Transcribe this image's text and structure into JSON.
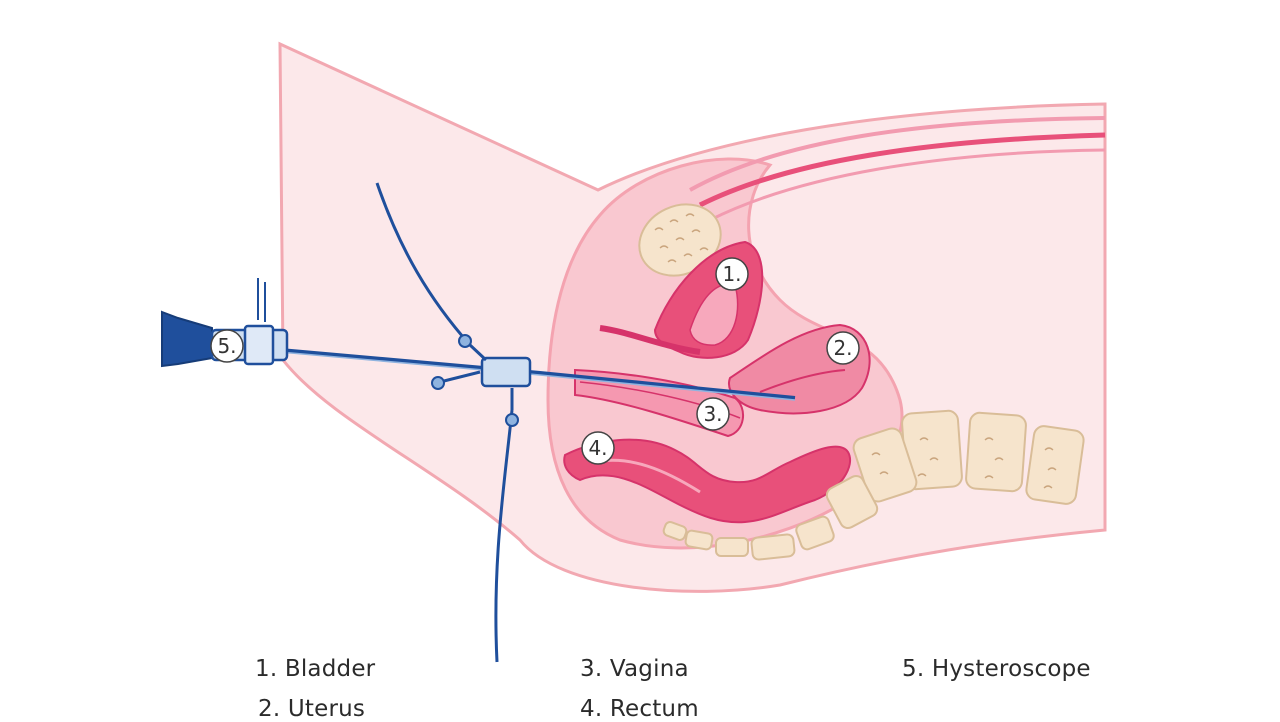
{
  "colors": {
    "skin": "#fce8ea",
    "skin_outline": "#f2a8b1",
    "tissue": "#f9c8d0",
    "organ": "#e8507a",
    "organ_dark": "#d6336a",
    "bone": "#f6e4cc",
    "bone_outline": "#d9bd98",
    "instrument": "#1f4f9c",
    "instrument_light": "#8fb3df"
  },
  "markers": [
    {
      "label": "1."
    },
    {
      "label": "2."
    },
    {
      "label": "3."
    },
    {
      "label": "4."
    },
    {
      "label": "5."
    }
  ],
  "legend": [
    {
      "text": "1. Bladder"
    },
    {
      "text": "2. Uterus"
    },
    {
      "text": "3. Vagina"
    },
    {
      "text": "4. Rectum"
    },
    {
      "text": "5. Hysteroscope"
    }
  ]
}
